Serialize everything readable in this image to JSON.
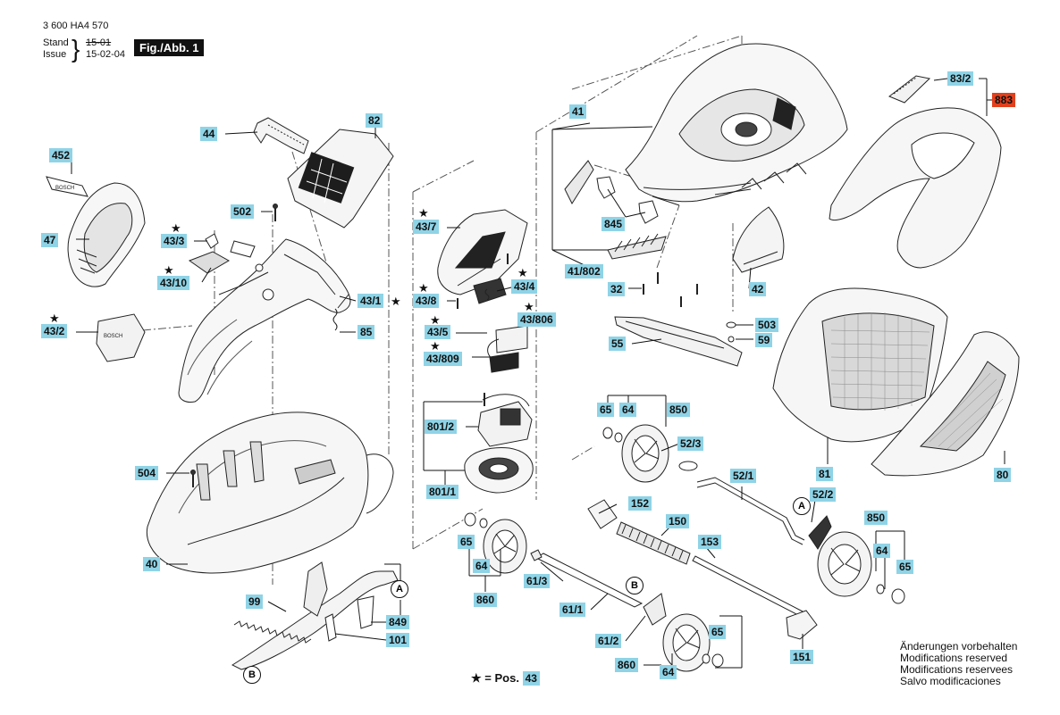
{
  "header": {
    "doc_number": "3 600 HA4 570",
    "stand_label": "Stand",
    "issue_label": "Issue",
    "stand_value": "15-01",
    "issue_value": "15-02-04",
    "figure_label": "Fig./Abb. 1"
  },
  "callouts": {
    "c452": "452",
    "c47": "47",
    "c44": "44",
    "c82": "82",
    "c502": "502",
    "c43_3": "43/3",
    "c43_10": "43/10",
    "c43_1": "43/1",
    "c85": "85",
    "c43_2": "43/2",
    "c504": "504",
    "c40": "40",
    "c99": "99",
    "c849": "849",
    "c101": "101",
    "c43_7": "43/7",
    "c43_8": "43/8",
    "c43_4": "43/4",
    "c43_5": "43/5",
    "c43_806": "43/806",
    "c43_809": "43/809",
    "c801_2": "801/2",
    "c801_1": "801/1",
    "c65a": "65",
    "c64a": "64",
    "c860a": "860",
    "c61_3": "61/3",
    "c61_1": "61/1",
    "c61_2": "61/2",
    "c860b": "860",
    "c64b": "64",
    "c65b": "65",
    "c41": "41",
    "c845": "845",
    "c41_802": "41/802",
    "c32": "32",
    "c42": "42",
    "c55": "55",
    "c503": "503",
    "c59": "59",
    "c65c": "65",
    "c64c": "64",
    "c850a": "850",
    "c52_3": "52/3",
    "c52_1": "52/1",
    "c152": "152",
    "c150": "150",
    "c153": "153",
    "c52_2": "52/2",
    "c850b": "850",
    "c64d": "64",
    "c65d": "65",
    "c151": "151",
    "c83_2": "83/2",
    "c883": "883",
    "c81": "81",
    "c80": "80"
  },
  "markers": {
    "a": "A",
    "b": "B",
    "star": "★"
  },
  "legend": {
    "star": "★",
    "equals": "= Pos.",
    "pos": "43"
  },
  "notes": {
    "de": "Änderungen vorbehalten",
    "en": "Modifications reserved",
    "fr": "Modifications reservees",
    "es": "Salvo modificaciones"
  },
  "colors": {
    "callout_bg": "#8fd3e6",
    "highlight": "#e2401c",
    "ink": "#111111"
  }
}
